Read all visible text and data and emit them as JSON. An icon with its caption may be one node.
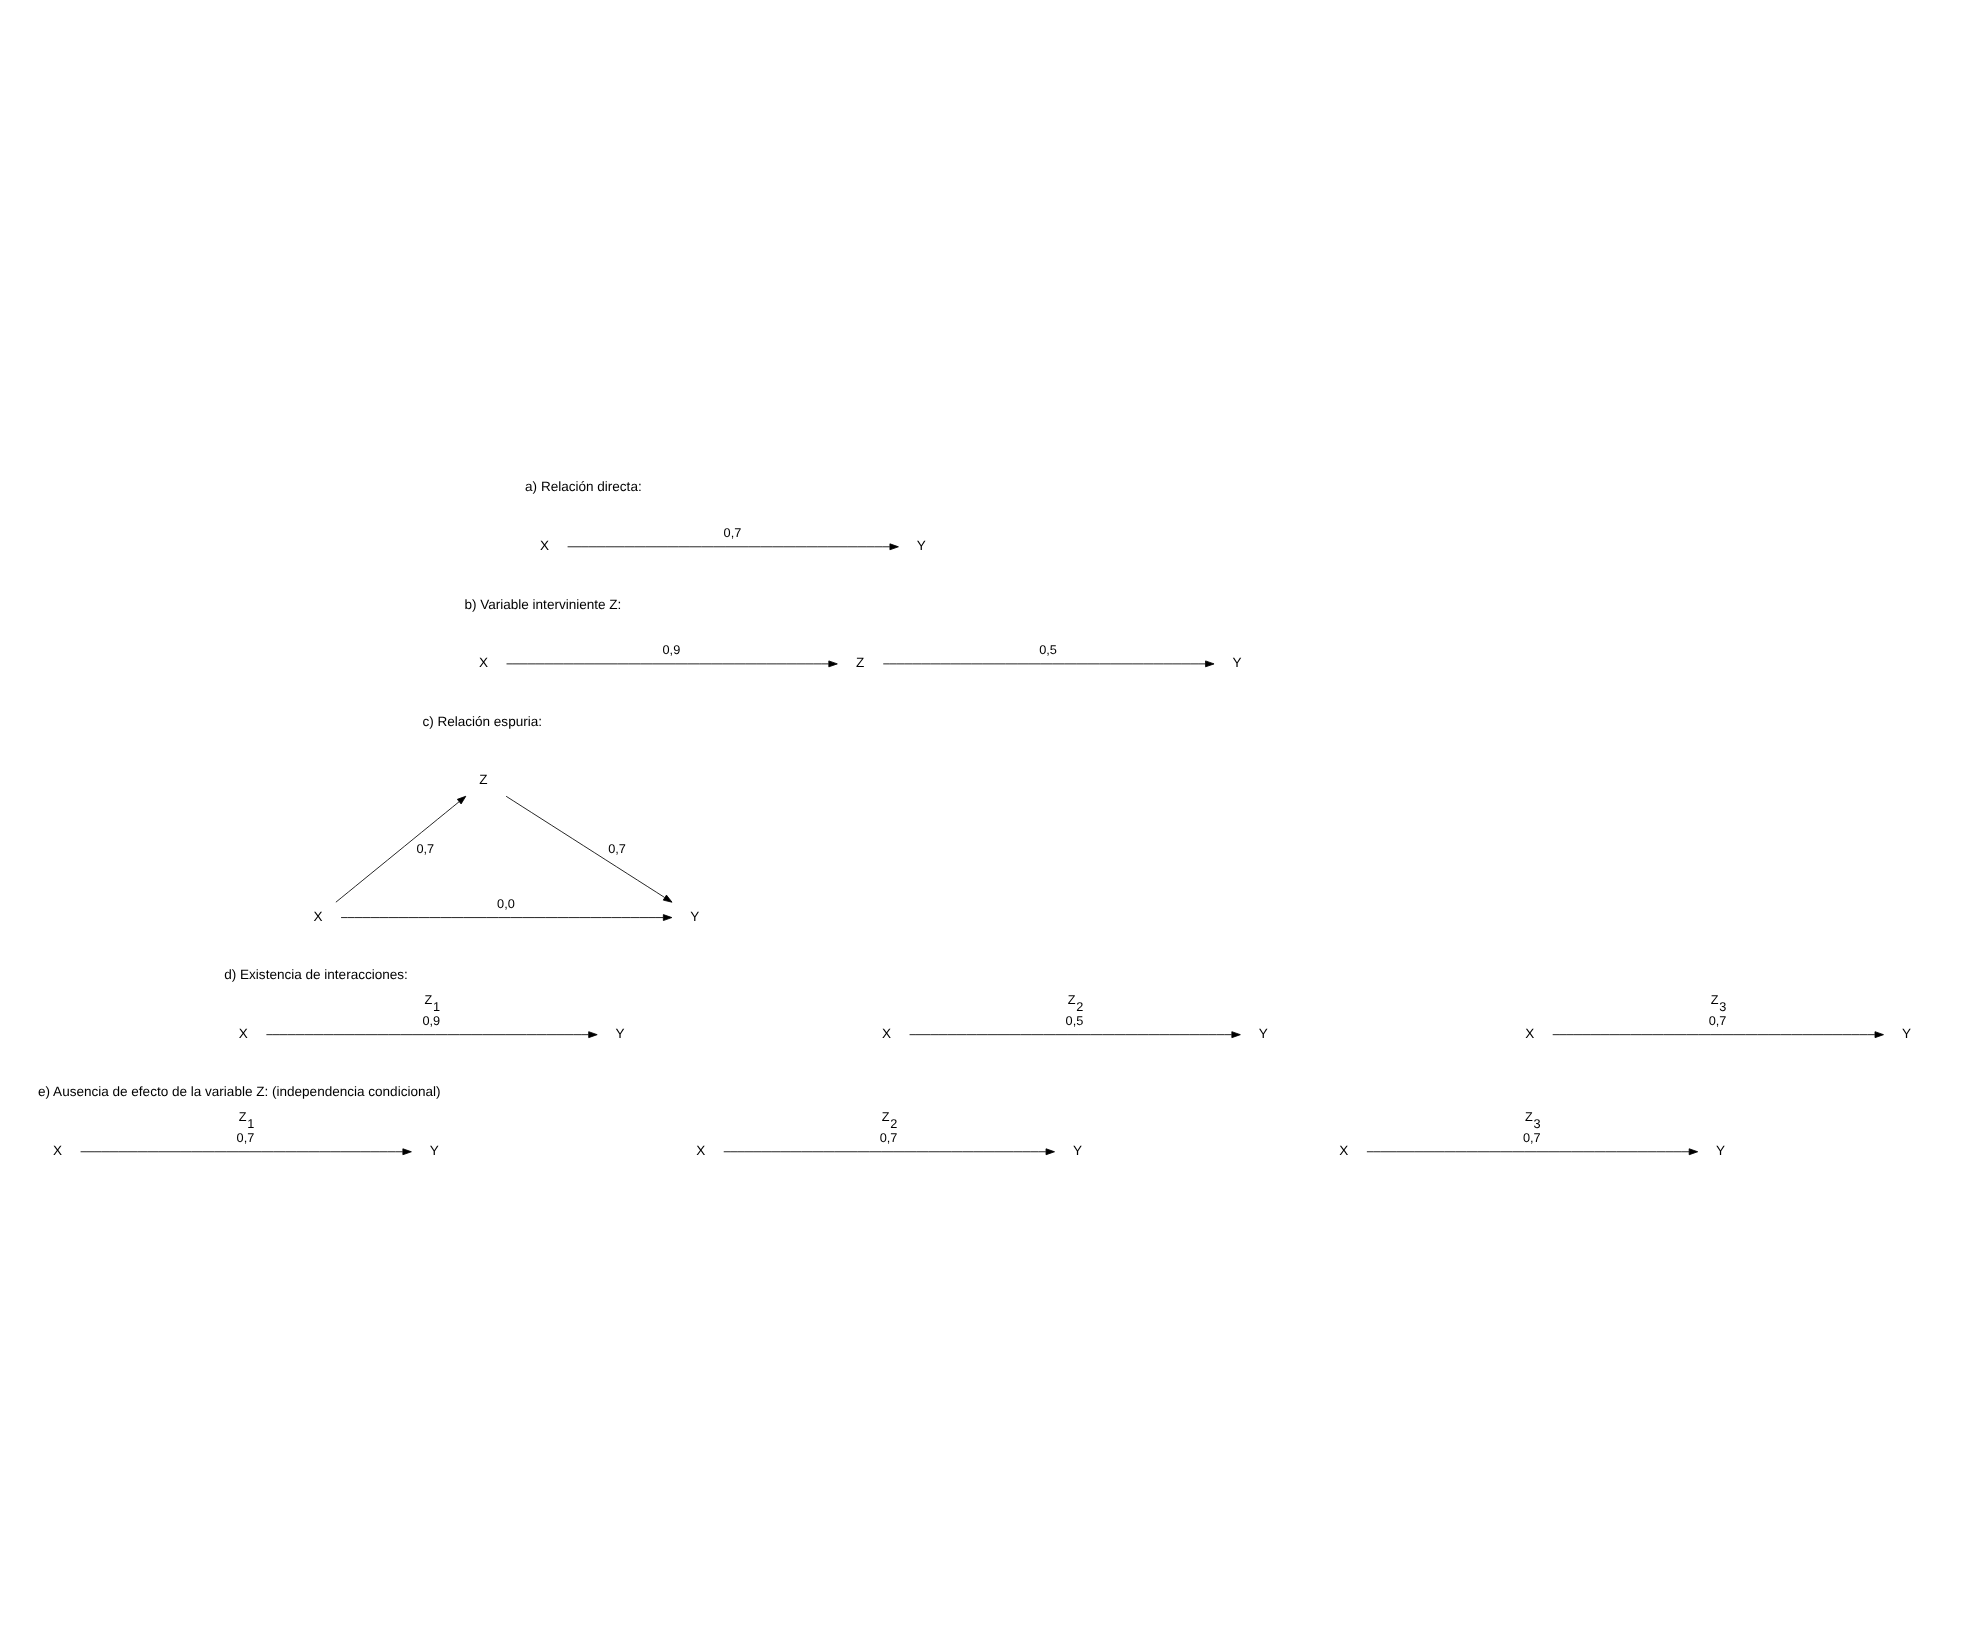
{
  "diagram": {
    "nodes": [
      {
        "text": [
          "X"
        ]
      },
      {
        "text": [
          "Y"
        ]
      },
      {
        "text": [
          "X"
        ]
      },
      {
        "text": [
          "Z"
        ]
      },
      {
        "text": [
          "Y"
        ]
      },
      {
        "text": [
          "Z"
        ]
      },
      {
        "text": [
          "X"
        ]
      },
      {
        "text": [
          "Y"
        ]
      },
      {
        "text": [
          "X"
        ]
      },
      {
        "text": [
          "Y"
        ]
      },
      {
        "text": [
          "X"
        ]
      },
      {
        "text": [
          "Y"
        ]
      },
      {
        "text": [
          "X"
        ]
      },
      {
        "text": [
          "Y"
        ]
      },
      {
        "text": [
          "X"
        ]
      },
      {
        "text": [
          "Y"
        ]
      },
      {
        "text": [
          "X"
        ]
      },
      {
        "text": [
          "Y"
        ]
      },
      {
        "text": [
          "X"
        ]
      },
      {
        "text": [
          "Y"
        ]
      }
    ],
    "edges": [
      {
        "from": 0,
        "to": 1,
        "arrow": "to",
        "label": "0,7"
      },
      {
        "from": 2,
        "to": 3,
        "arrow": "to",
        "label": "0,9"
      },
      {
        "from": 3,
        "to": 4,
        "arrow": "to",
        "label": "0,5"
      },
      {
        "from": 6,
        "to": 5,
        "arrow": "to",
        "label": "0,7"
      },
      {
        "from": 5,
        "to": 7,
        "arrow": "to",
        "label": "0,7"
      },
      {
        "from": 6,
        "to": 7,
        "arrow": "to",
        "label": "0,0"
      },
      {
        "from": 8,
        "to": 9,
        "arrow": "to",
        "label": "0,9"
      },
      {
        "from": 10,
        "to": 11,
        "arrow": "to",
        "label": "0,5"
      },
      {
        "from": 12,
        "to": 13,
        "arrow": "to",
        "label": "0,7"
      },
      {
        "from": 14,
        "to": 15,
        "arrow": "to",
        "label": "0,7"
      },
      {
        "from": 16,
        "to": 17,
        "arrow": "to",
        "label": "0,7"
      },
      {
        "from": 18,
        "to": 19,
        "arrow": "to",
        "label": "0,7"
      }
    ],
    "labels": [
      "a) Relación directa:",
      "b) Variable interviniente Z:",
      "c) Relación espuria:",
      "d) Existencia de interacciones:",
      "Z$_{1}$",
      "Z$_{2}$",
      "Z$_{3}$",
      "e) Ausencia de efecto de la variable Z: (independencia condicional)",
      "Z$_{1}$",
      "Z$_{2}$",
      "Z$_{3}$"
    ]
  }
}
